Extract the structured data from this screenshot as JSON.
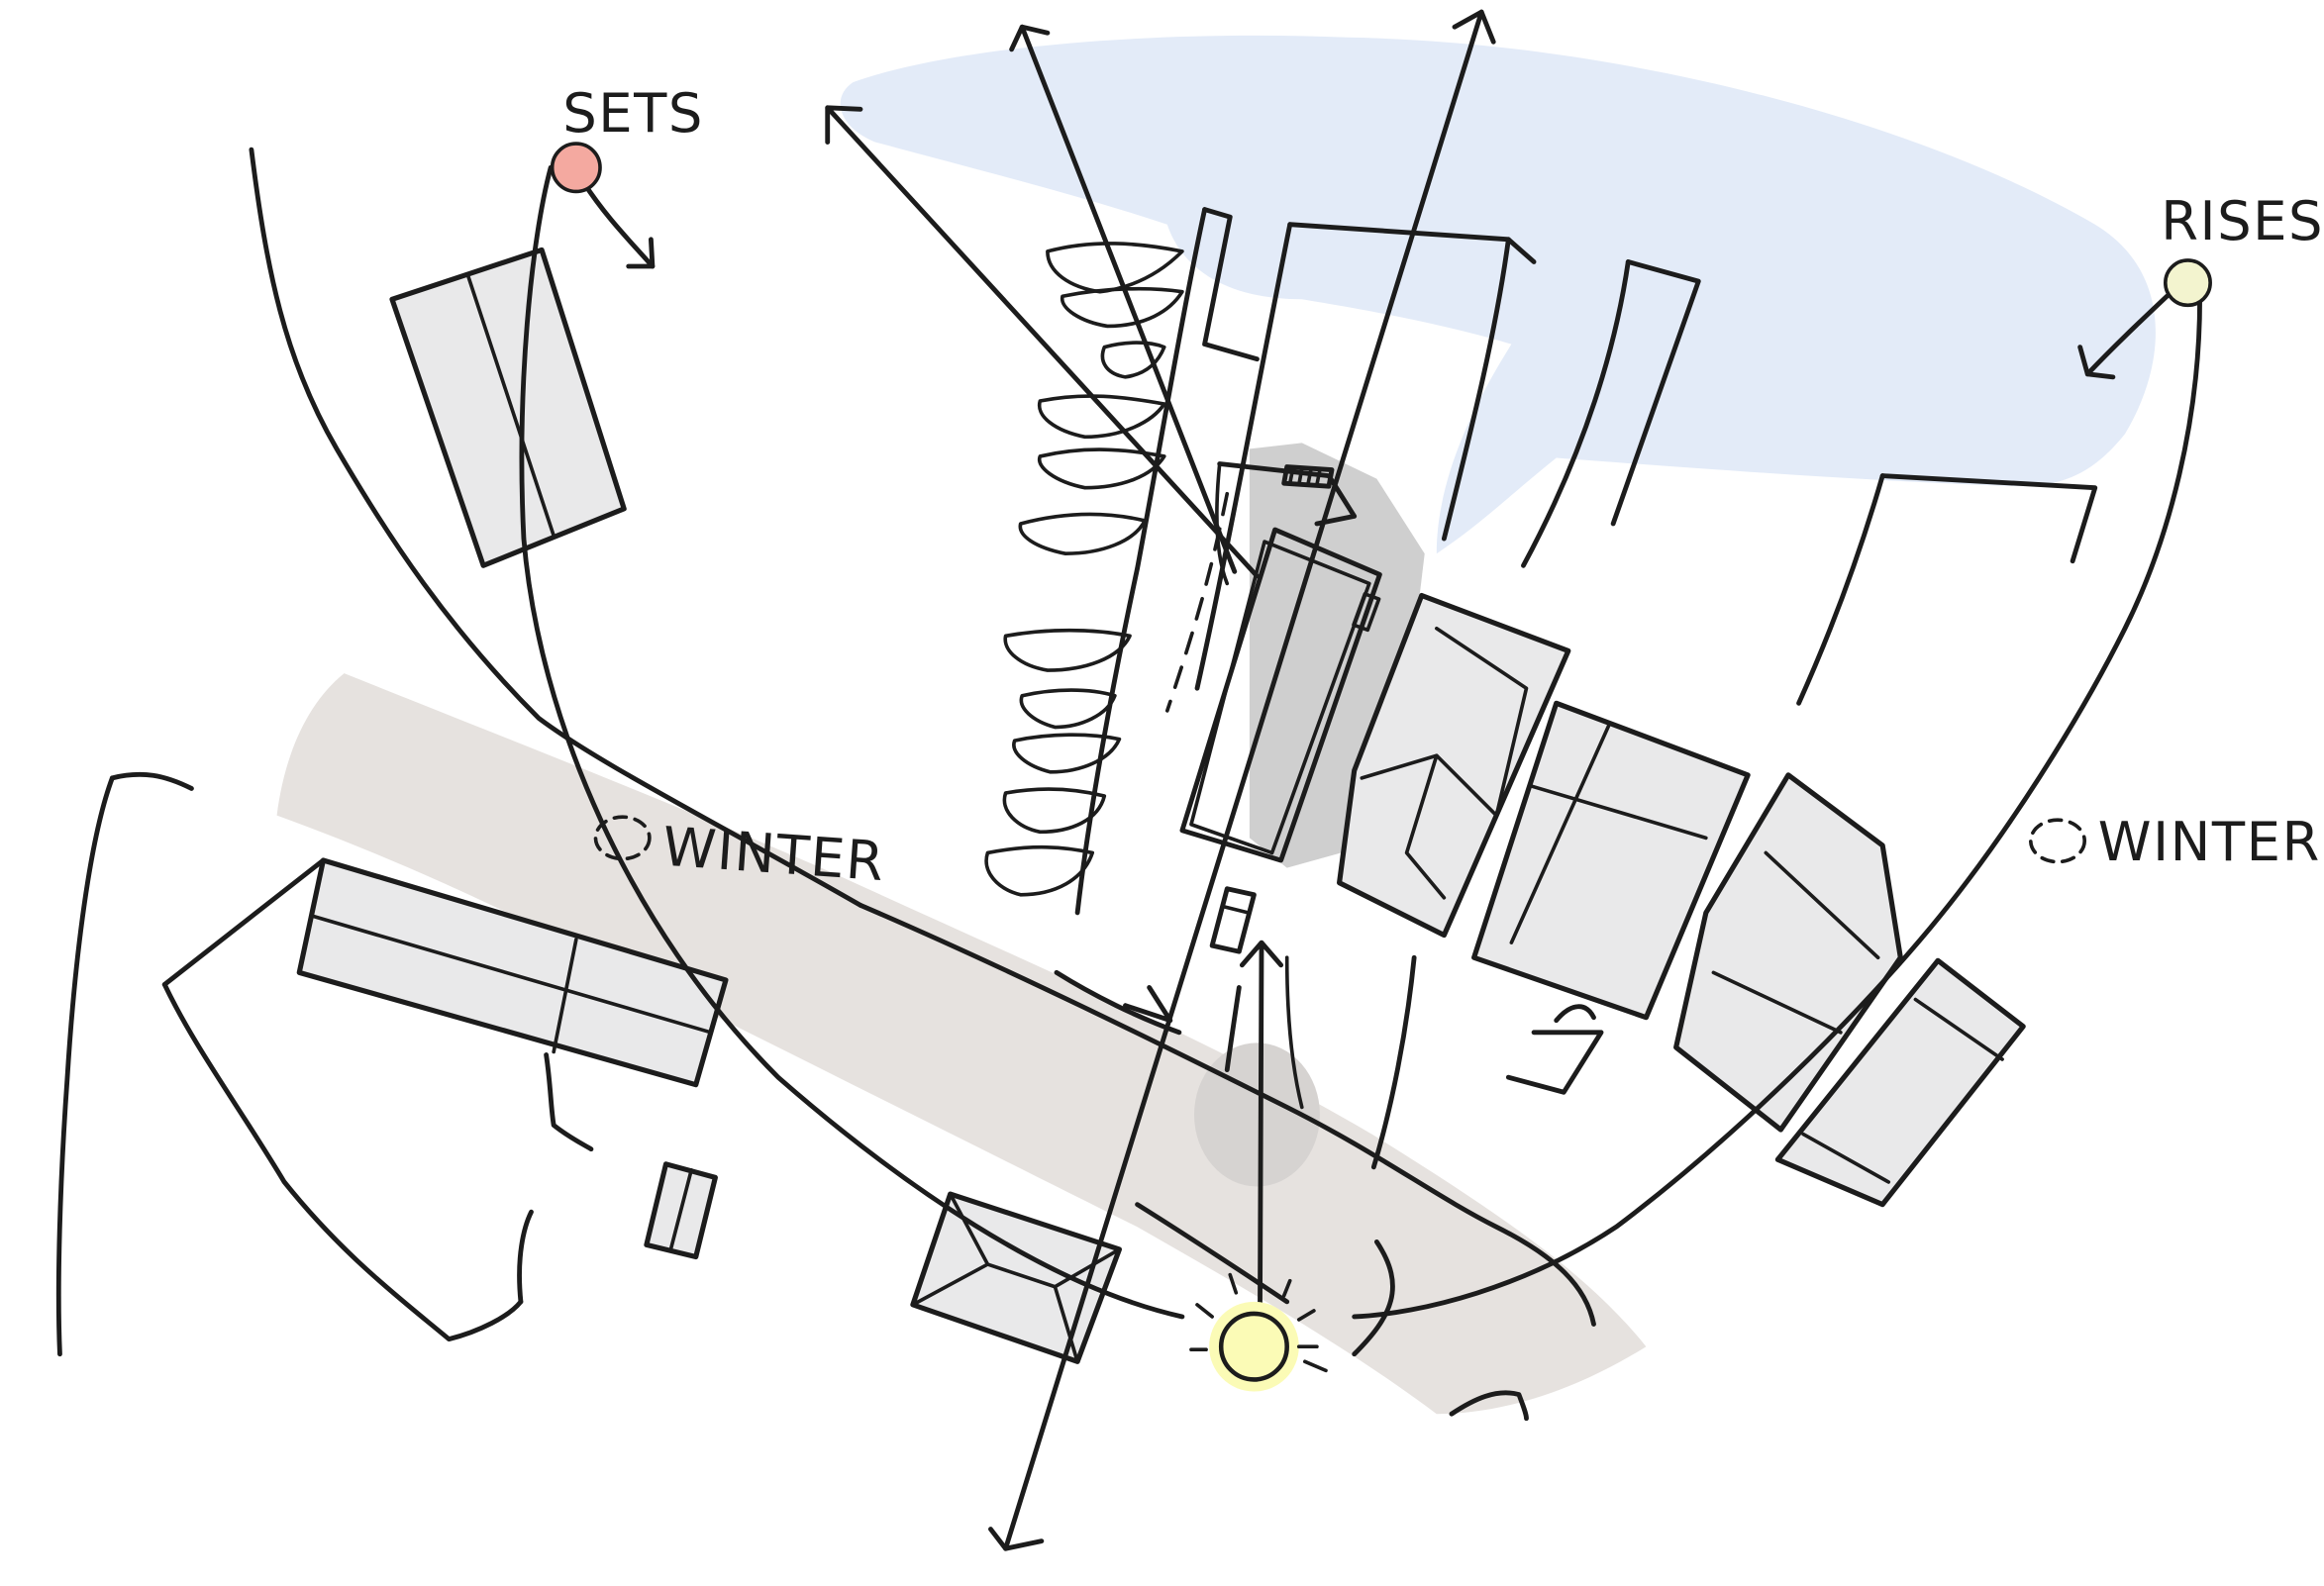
{
  "labels": {
    "sets": "SETS",
    "rises": "RISES",
    "winter_west": "WINTER",
    "winter_east": "WINTER"
  },
  "colors": {
    "water": "#e3ebf8",
    "road": "#e6e2df",
    "building": "#e9e9ea",
    "shadow": "#cfcfcf",
    "ink": "#1c1c1c",
    "sun_noon": "#fbfbb6",
    "sun_set": "#f4a9a0",
    "sun_rise": "#f3f4cf"
  },
  "icons": {
    "noon_sun": "sun-icon",
    "sunset": "sunset-sun-icon",
    "sunrise": "sunrise-sun-icon"
  }
}
